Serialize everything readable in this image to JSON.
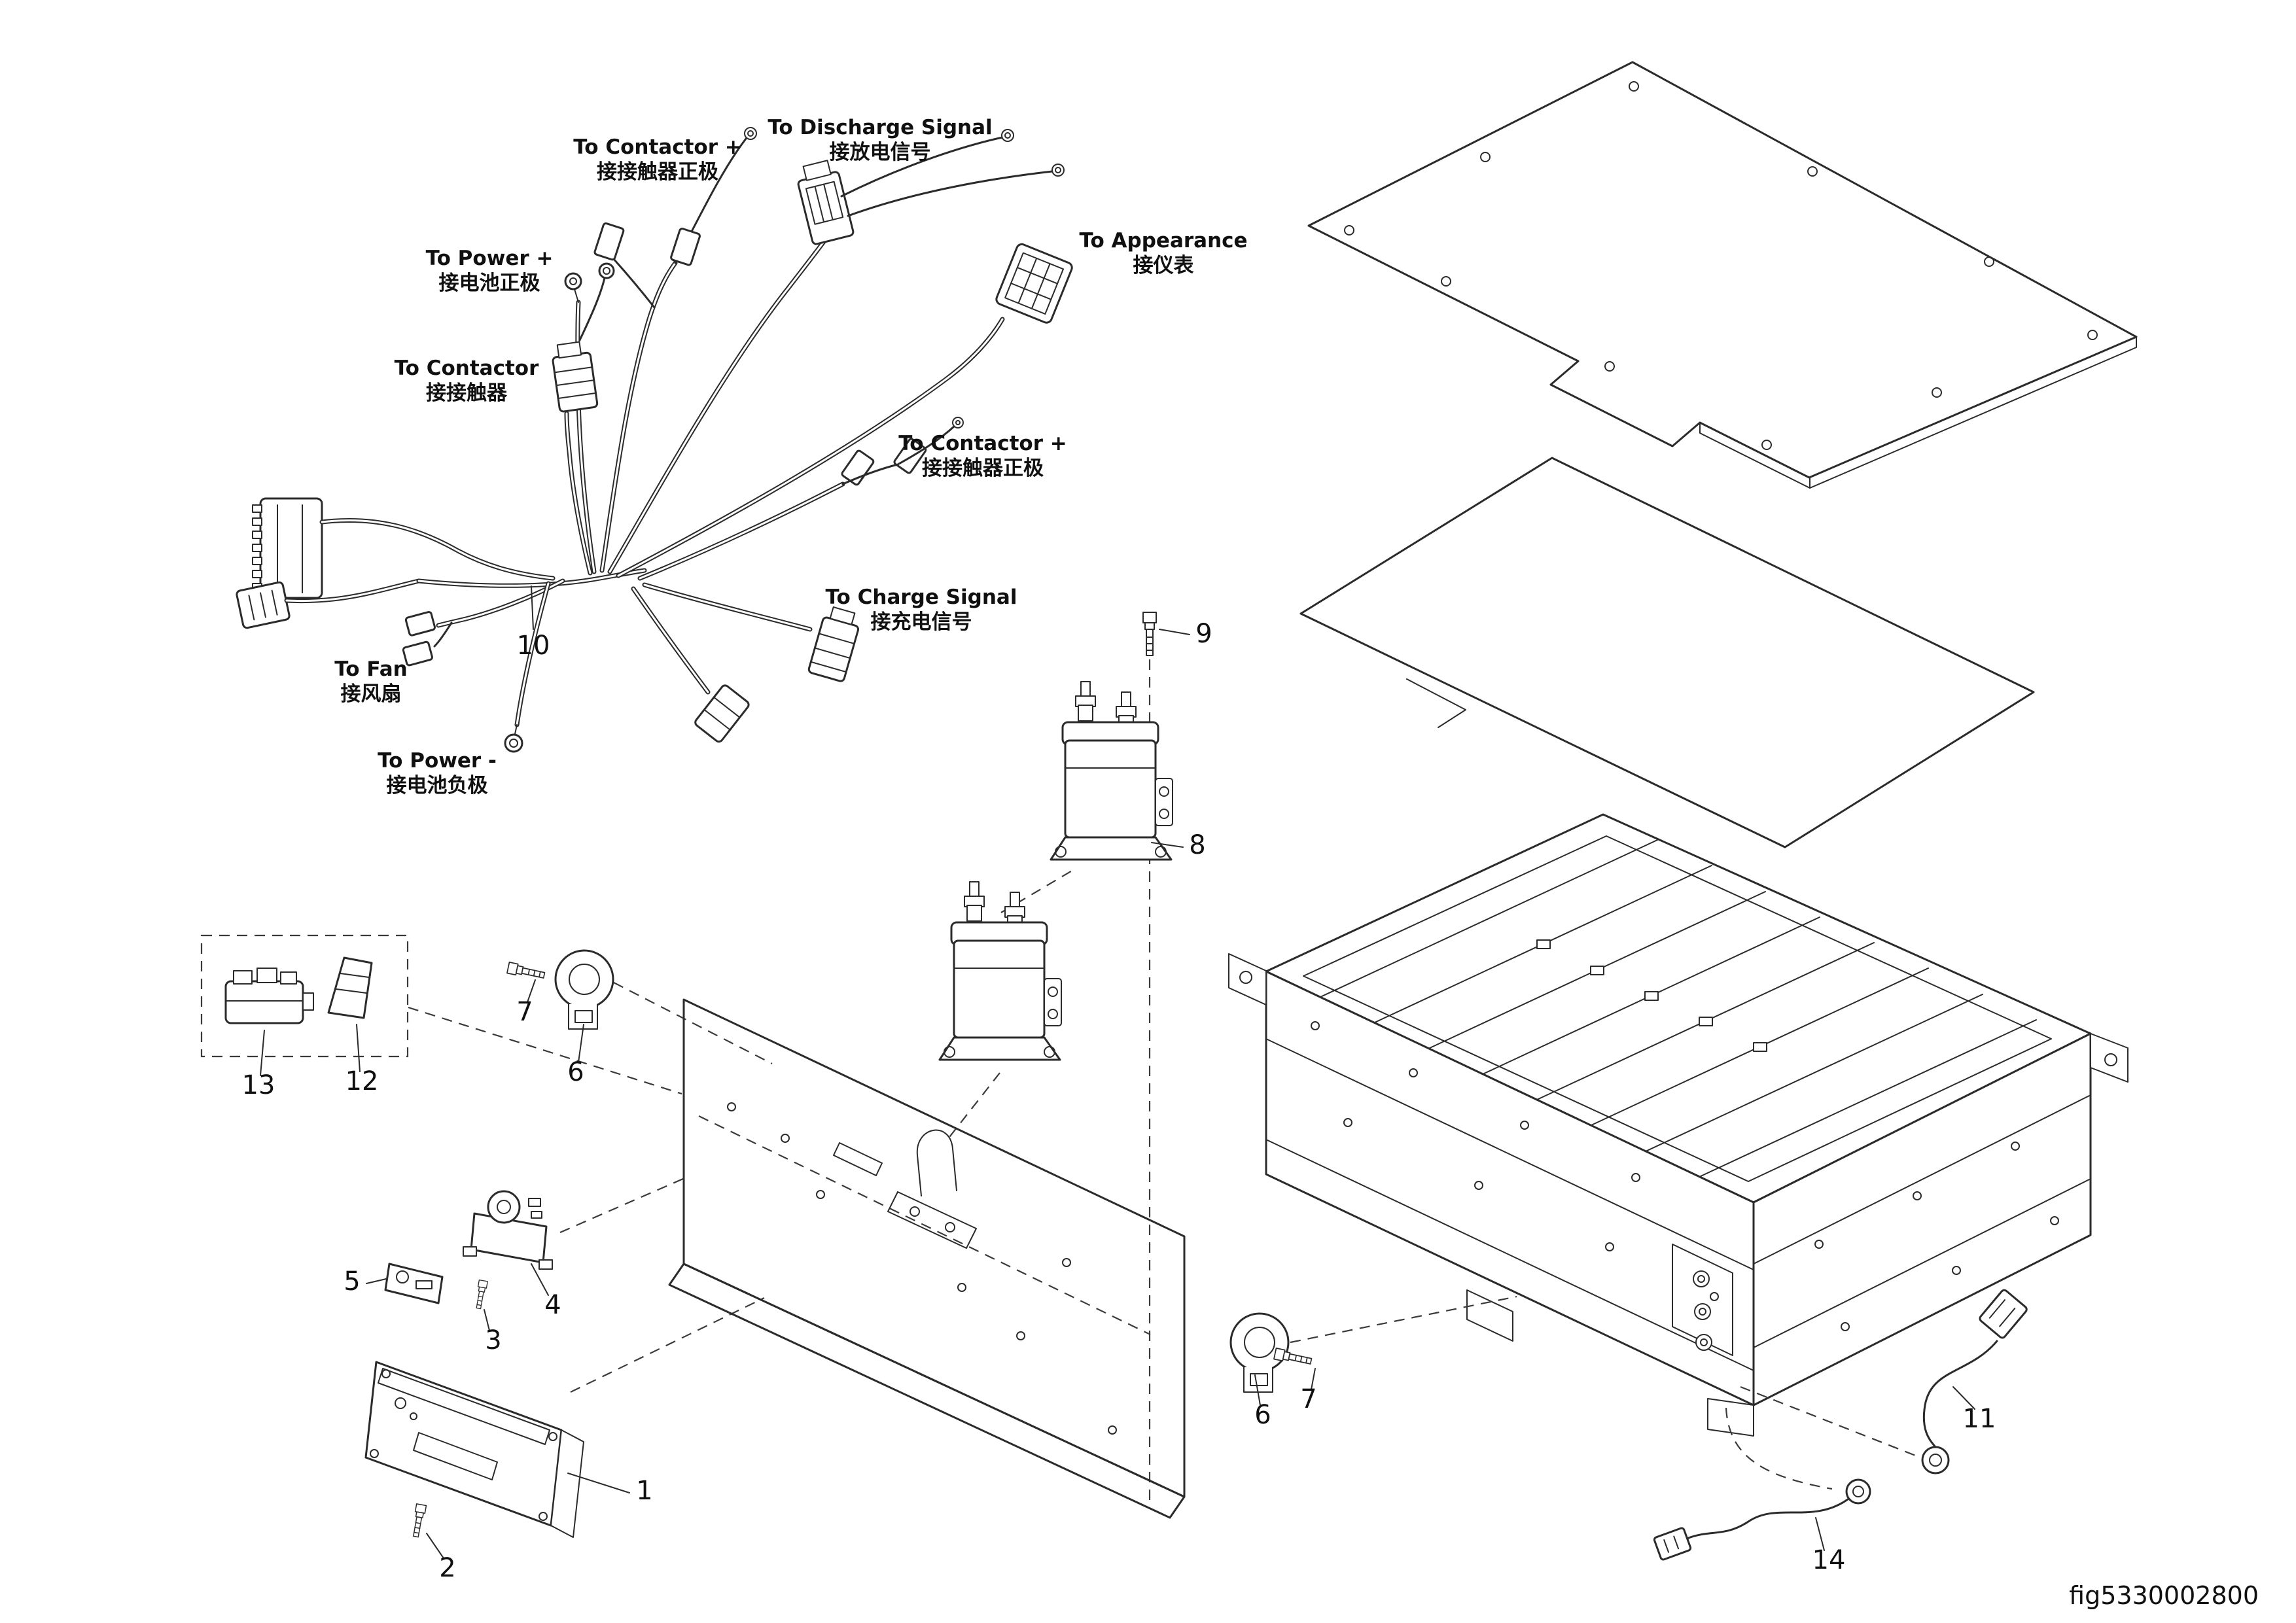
{
  "figure": {
    "code": "fig5330002800"
  },
  "harness": {
    "labels": {
      "discharge_signal": {
        "en": "To Discharge Signal",
        "zh": "接放电信号"
      },
      "contactor_plus_upper": {
        "en": "To Contactor +",
        "zh": "接接触器正极"
      },
      "power_plus": {
        "en": "To Power +",
        "zh": "接电池正极"
      },
      "contactor": {
        "en": "To Contactor",
        "zh": "接接触器"
      },
      "appearance": {
        "en": "To Appearance",
        "zh": "接仪表"
      },
      "contactor_plus_mid": {
        "en": "To Contactor +",
        "zh": "接接触器正极"
      },
      "charge_signal": {
        "en": "To Charge Signal",
        "zh": "接充电信号"
      },
      "fan": {
        "en": "To Fan",
        "zh": "接风扇"
      },
      "power_minus": {
        "en": "To Power -",
        "zh": "接电池负极"
      }
    }
  },
  "callouts": {
    "n1": "1",
    "n2": "2",
    "n3": "3",
    "n4": "4",
    "n5": "5",
    "n6": "6",
    "n7": "7",
    "n8": "8",
    "n9": "9",
    "n10": "10",
    "n11": "11",
    "n12": "12",
    "n13": "13",
    "n14": "14"
  }
}
